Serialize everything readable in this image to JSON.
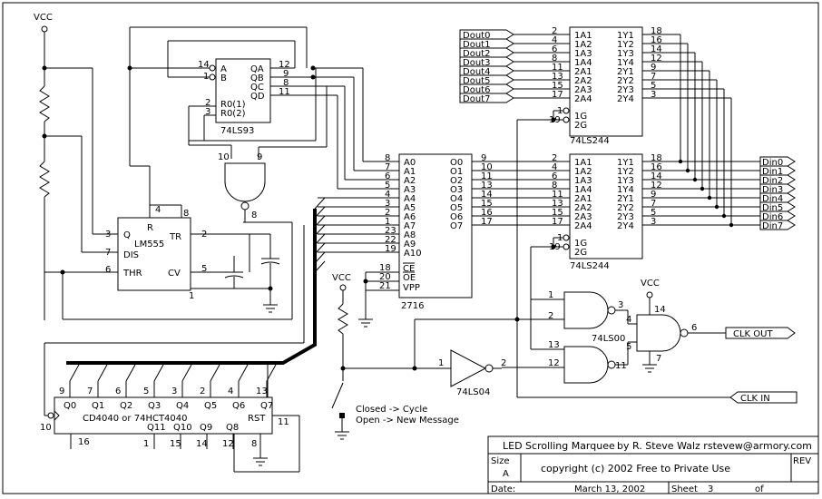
{
  "power": {
    "vcc1": "VCC",
    "vcc2": "VCC",
    "vcc3": "VCC"
  },
  "chips": {
    "ls93": {
      "name": "74LS93",
      "a": "A",
      "b": "B",
      "qa": "QA",
      "qb": "QB",
      "qc": "QC",
      "qd": "QD",
      "r01": "R0(1)",
      "r02": "R0(2)",
      "p14": "14",
      "p1": "1",
      "p12": "12",
      "p9": "9",
      "p8": "8",
      "p11": "11",
      "p2": "2",
      "p3": "3"
    },
    "nand1": {
      "p10": "10",
      "p9": "9",
      "p8": "8"
    },
    "lm555": {
      "name": "LM555",
      "r": "R",
      "q": "Q",
      "dis": "DIS",
      "thr": "THR",
      "tr": "TR",
      "cv": "CV",
      "p4": "4",
      "p8": "8",
      "p3": "3",
      "p7": "7",
      "p6": "6",
      "p2": "2",
      "p5": "5",
      "p1": "1"
    },
    "eprom": {
      "name": "2716",
      "left": [
        "A0",
        "A1",
        "A2",
        "A3",
        "A4",
        "A5",
        "A6",
        "A7",
        "A8",
        "A9",
        "A10"
      ],
      "leftpins": [
        "8",
        "7",
        "6",
        "5",
        "4",
        "3",
        "2",
        "1",
        "23",
        "22",
        "19"
      ],
      "right": [
        "O0",
        "O1",
        "O2",
        "O3",
        "O4",
        "O5",
        "O6",
        "O7"
      ],
      "rightpins": [
        "9",
        "10",
        "11",
        "13",
        "14",
        "15",
        "16",
        "17"
      ],
      "ce": "CE",
      "oe": "OE",
      "vpp": "VPP",
      "cepin": "18",
      "oepin": "20",
      "vpppin": "21"
    },
    "buf1": {
      "name": "74LS244",
      "left": [
        "1A1",
        "1A2",
        "1A3",
        "1A4",
        "2A1",
        "2A2",
        "2A3",
        "2A4"
      ],
      "leftpins": [
        "2",
        "4",
        "6",
        "8",
        "11",
        "13",
        "15",
        "17"
      ],
      "right": [
        "1Y1",
        "1Y2",
        "1Y3",
        "1Y4",
        "2Y1",
        "2Y2",
        "2Y3",
        "2Y4"
      ],
      "rightpins": [
        "18",
        "16",
        "14",
        "12",
        "9",
        "7",
        "5",
        "3"
      ],
      "g1": "1G",
      "g2": "2G",
      "g1pin": "1",
      "g2pin": "19"
    },
    "buf2": {
      "name": "74LS244",
      "left": [
        "1A1",
        "1A2",
        "1A3",
        "1A4",
        "2A1",
        "2A2",
        "2A3",
        "2A4"
      ],
      "leftpins": [
        "2",
        "4",
        "6",
        "8",
        "11",
        "13",
        "15",
        "17"
      ],
      "right": [
        "1Y1",
        "1Y2",
        "1Y3",
        "1Y4",
        "2Y1",
        "2Y2",
        "2Y3",
        "2Y4"
      ],
      "rightpins": [
        "18",
        "16",
        "14",
        "12",
        "9",
        "7",
        "5",
        "3"
      ],
      "g1": "1G",
      "g2": "2G",
      "g1pin": "1",
      "g2pin": "19"
    },
    "cd4040": {
      "name": "CD4040  or 74HCT4040",
      "rst": "RST",
      "top": [
        "Q0",
        "Q1",
        "Q2",
        "Q3",
        "Q4",
        "Q5",
        "Q6",
        "Q7"
      ],
      "toppins": [
        "9",
        "7",
        "6",
        "5",
        "3",
        "2",
        "4",
        "13"
      ],
      "bottom": [
        "Q11",
        "Q10",
        "Q9",
        "Q8"
      ],
      "bottompins": [
        "1",
        "15",
        "14",
        "12"
      ],
      "clkpin": "10",
      "p16": "16",
      "p8": "8",
      "p11": "11"
    },
    "ls00": {
      "name": "74LS00",
      "a1": "1",
      "a2": "2",
      "a3": "3",
      "a4": "4",
      "a6": "6",
      "a13": "13",
      "a12": "12",
      "a11": "11",
      "a5": "5",
      "p14": "14",
      "p7": "7"
    },
    "ls04": {
      "name": "74LS04",
      "in": "1",
      "out": "2"
    }
  },
  "dout": [
    "Dout0",
    "Dout1",
    "Dout2",
    "Dout3",
    "Dout4",
    "Dout5",
    "Dout6",
    "Dout7"
  ],
  "din": [
    "Din0",
    "Din1",
    "Din2",
    "Din3",
    "Din4",
    "Din5",
    "Din6",
    "Din7"
  ],
  "signals": {
    "clkout": "CLK OUT",
    "clkin": "CLK IN"
  },
  "switch": {
    "closed": "Closed -> Cycle",
    "open": "Open   -> New Message"
  },
  "title_block": {
    "title": "LED Scrolling Marquee",
    "author": "by  R. Steve Walz  rstevew@armory.com",
    "size_label": "Size",
    "size": "A",
    "copyright": "copyright (c) 2002 Free to Private Use",
    "rev": "REV",
    "date_label": "Date:",
    "date": "March 13, 2002",
    "sheet_label": "Sheet",
    "sheet": "3",
    "of": "of"
  }
}
